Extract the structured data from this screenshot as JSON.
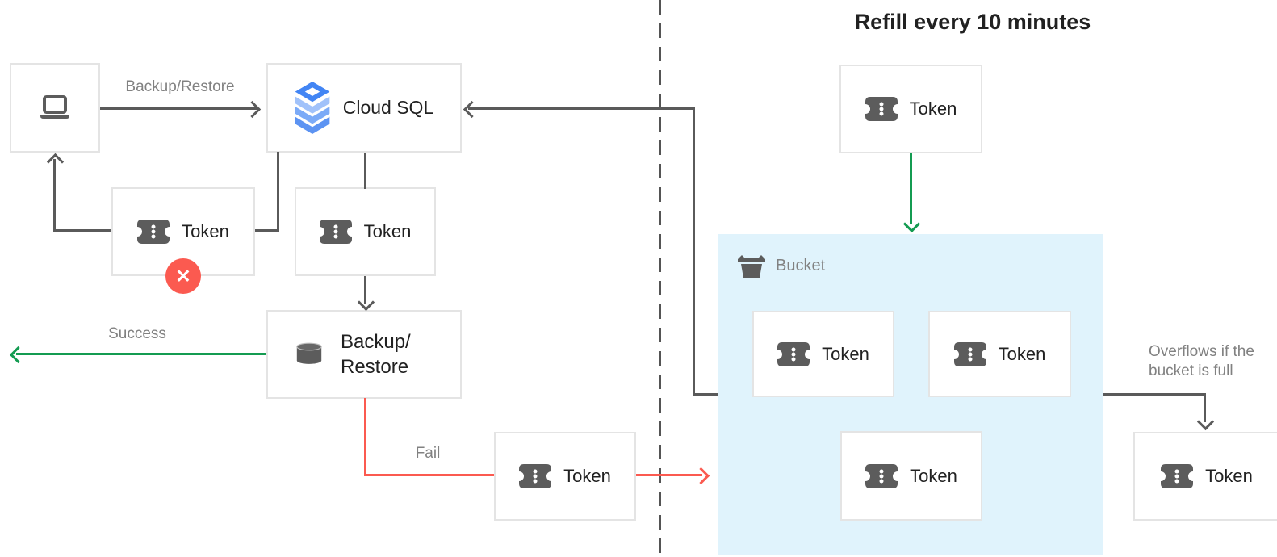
{
  "diagram": {
    "title": "Refill every 10 minutes",
    "nodes": {
      "client": {
        "icon": "laptop-icon"
      },
      "cloud_sql": {
        "label": "Cloud SQL",
        "icon": "cloud-sql-icon"
      },
      "token": {
        "label": "Token",
        "icon": "token-icon"
      },
      "backup_restore": {
        "line1": "Backup/",
        "line2": "Restore",
        "icon": "database-icon"
      },
      "bucket": {
        "label": "Bucket",
        "icon": "bucket-icon"
      }
    },
    "edges": {
      "backup_restore_label": "Backup/Restore",
      "success_label": "Success",
      "fail_label": "Fail",
      "overflow_label": "Overflows if the bucket is full"
    },
    "icons": {
      "error_badge": "error-x-icon",
      "error_badge_glyph": "✕"
    },
    "colors": {
      "line": "#5a5a5a",
      "green": "#149b51",
      "red": "#fb5a50",
      "bucket_bg": "#e0f3fc",
      "border": "#e4e4e4",
      "text_dark": "#212121",
      "text_gray": "#818181",
      "icon_gray": "#5c5c5c"
    }
  }
}
